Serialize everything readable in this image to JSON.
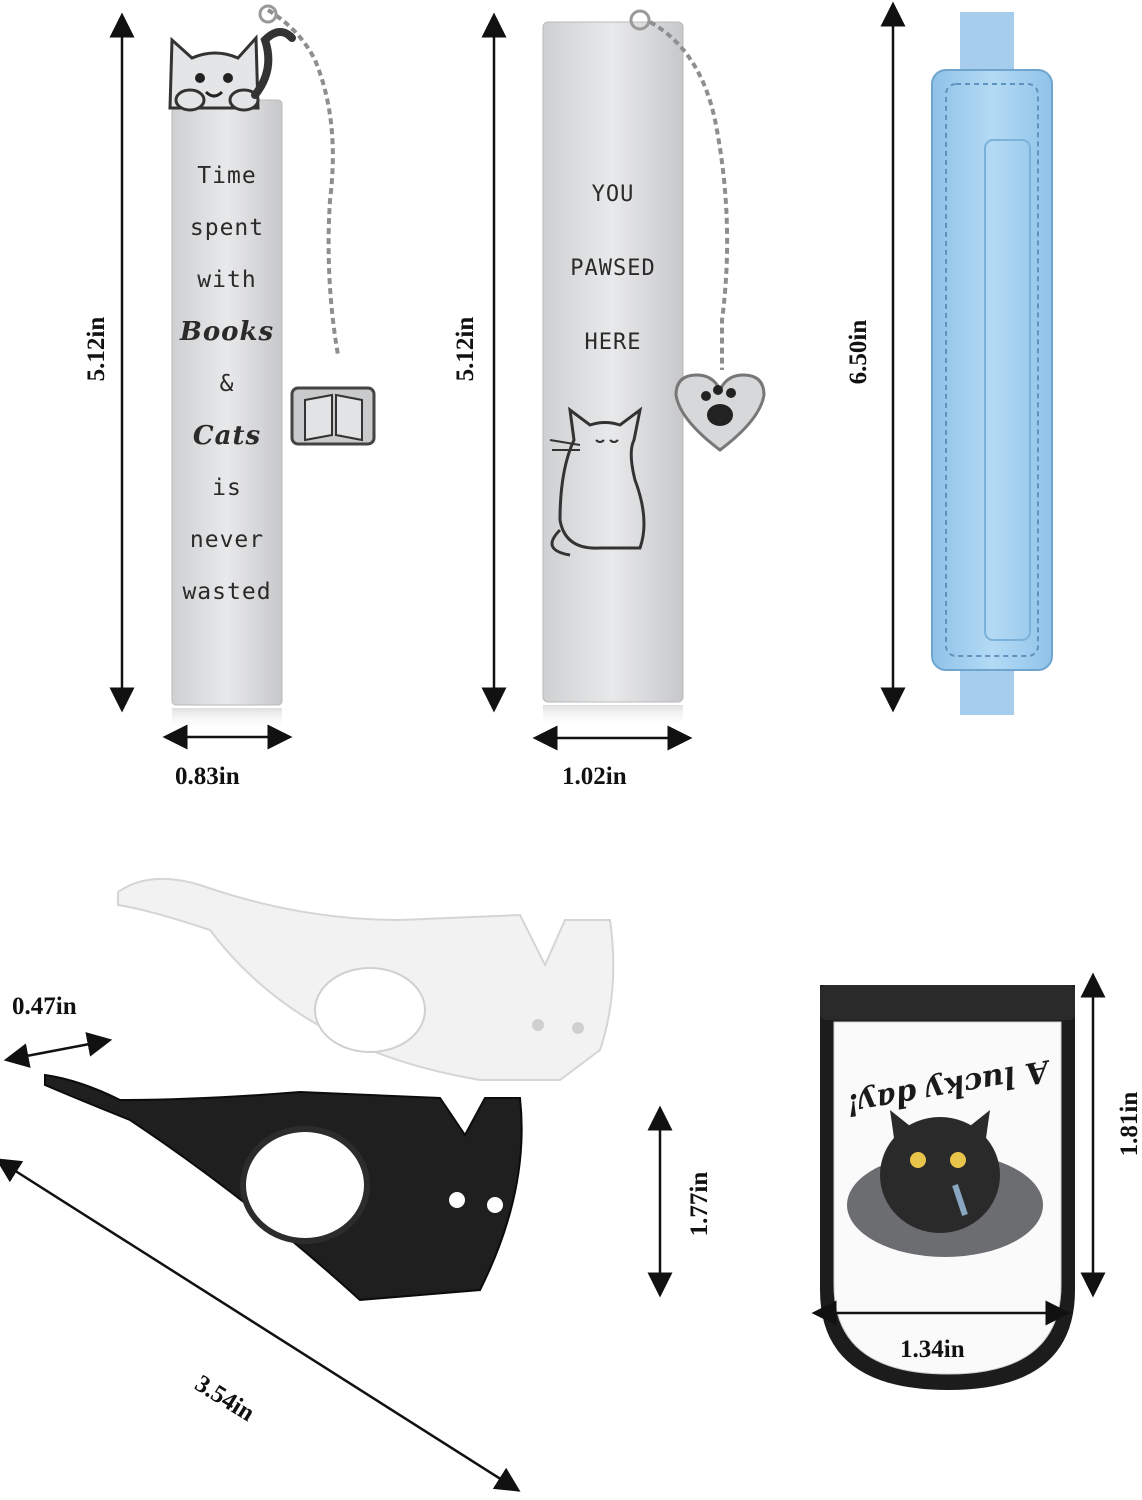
{
  "bookmark1": {
    "lines": [
      "Time",
      "spent",
      "with",
      "Books",
      "&",
      "Cats",
      "is never",
      "wasted"
    ],
    "height_label": "5.12in",
    "width_label": "0.83in"
  },
  "bookmark2": {
    "lines": [
      "YOU",
      "PAWSED",
      "HERE"
    ],
    "height_label": "5.12in",
    "width_label": "1.02in"
  },
  "pen_holder": {
    "height_label": "6.50in",
    "color": "#a9d3f0"
  },
  "page_holders": {
    "thickness_label": "0.47in",
    "height_label": "1.77in",
    "length_label": "3.54in"
  },
  "magnetic_bookmark": {
    "text": "A lucky day!",
    "height_label": "1.81in",
    "width_label": "1.34in"
  }
}
